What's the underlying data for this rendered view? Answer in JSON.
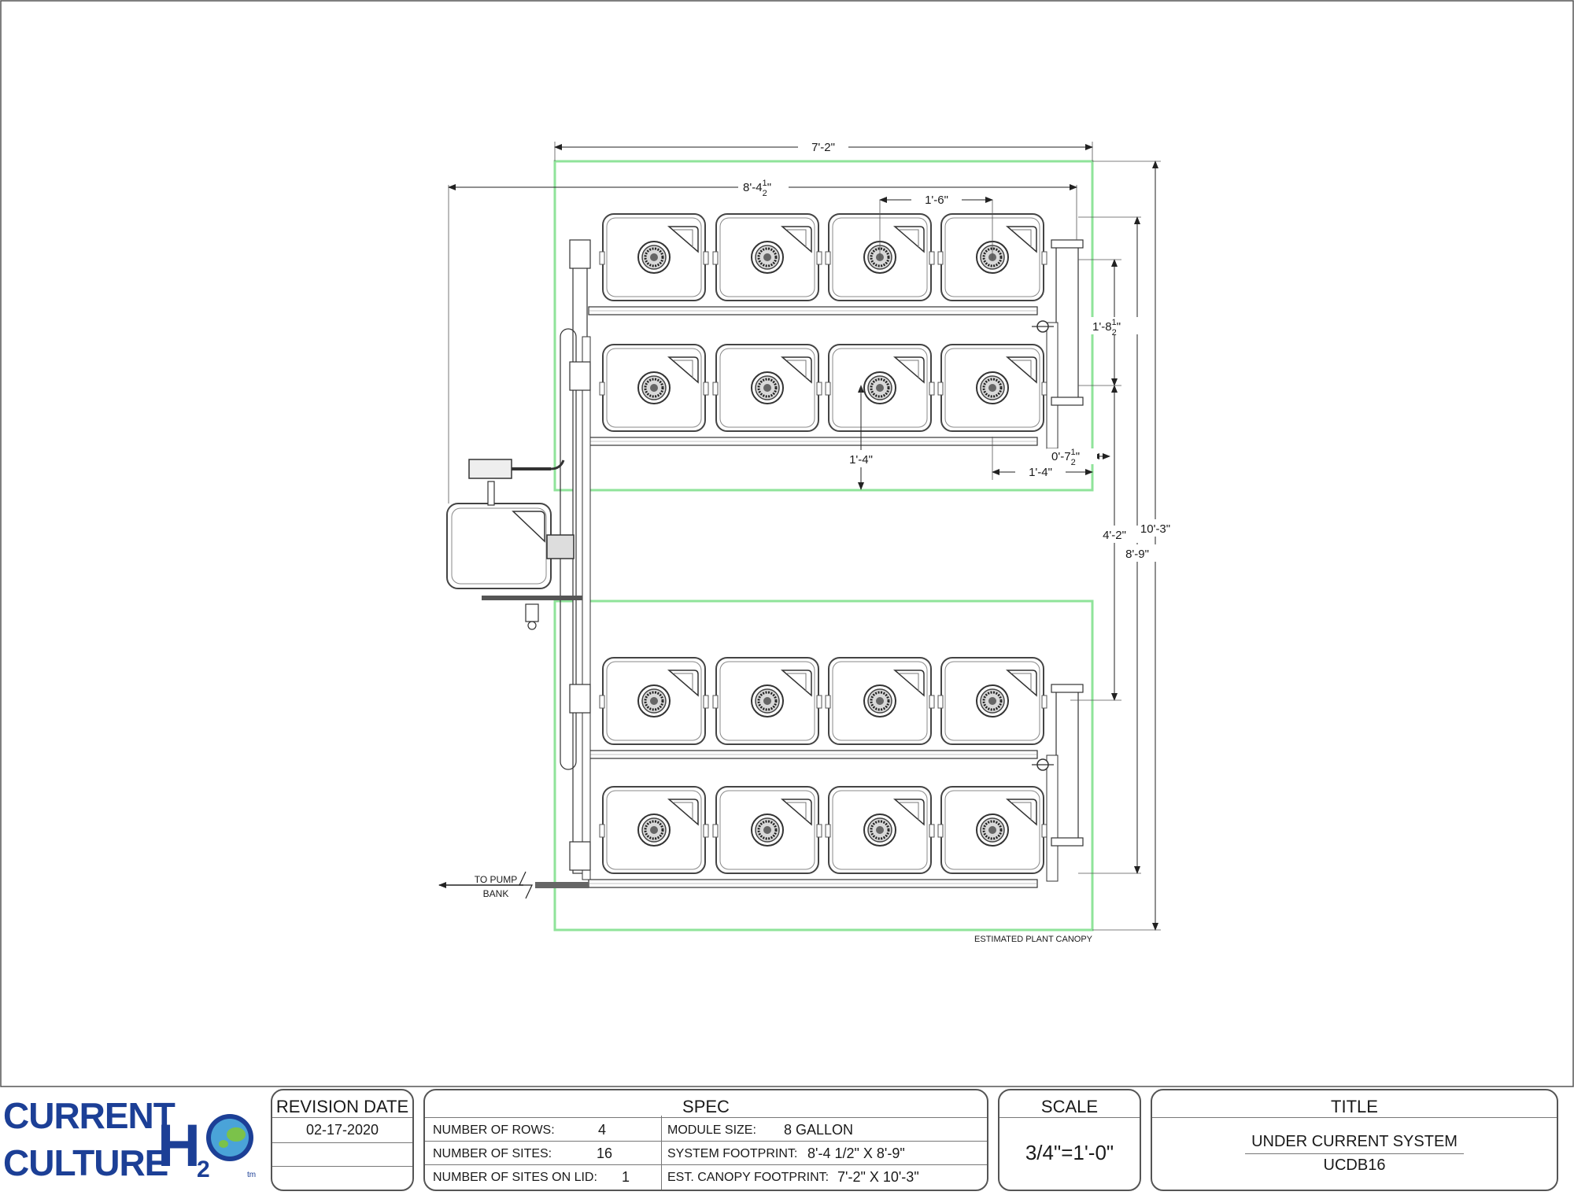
{
  "drawing": {
    "dims": {
      "overall_width": "7'-2\"",
      "system_width": "8'-4",
      "site_spacing": "1'-6\"",
      "row_spacing": "1'-8",
      "top_height": "10'-3\"",
      "system_length": "8'-9\"",
      "row_gap": "4'-2\"",
      "row_offset": "1'-4\"",
      "side_clearance": "1'-4\"",
      "edge_offset": "0'-7"
    },
    "labels": {
      "pump_line_1": "TO PUMP",
      "pump_line_2": "BANK",
      "canopy": "ESTIMATED PLANT CANOPY"
    },
    "colors": {
      "canopy": "#8fe39a",
      "line": "#333333"
    },
    "site_count": 16
  },
  "logo": {
    "line1": "CURRENT",
    "line2": "CULTURE",
    "brand_mark": "H2O",
    "tm": "tm"
  },
  "revision": {
    "header": "REVISION DATE",
    "date": "02-17-2020"
  },
  "spec": {
    "header": "SPEC",
    "rows_label": "NUMBER OF ROWS:",
    "rows_value": "4",
    "sites_label": "NUMBER OF SITES:",
    "sites_value": "16",
    "lid_label": "NUMBER OF SITES ON LID:",
    "lid_value": "1",
    "module_label": "MODULE SIZE:",
    "module_value": "8 GALLON",
    "footprint_label": "SYSTEM FOOTPRINT:",
    "footprint_value": "8'-4 1/2\" X 8'-9\"",
    "canopy_label": "EST. CANOPY FOOTPRINT:",
    "canopy_value": "7'-2\" X 10'-3\""
  },
  "scale": {
    "header": "SCALE",
    "value": "3/4\"=1'-0\""
  },
  "title": {
    "header": "TITLE",
    "name": "UNDER CURRENT SYSTEM",
    "code": "UCDB16"
  }
}
